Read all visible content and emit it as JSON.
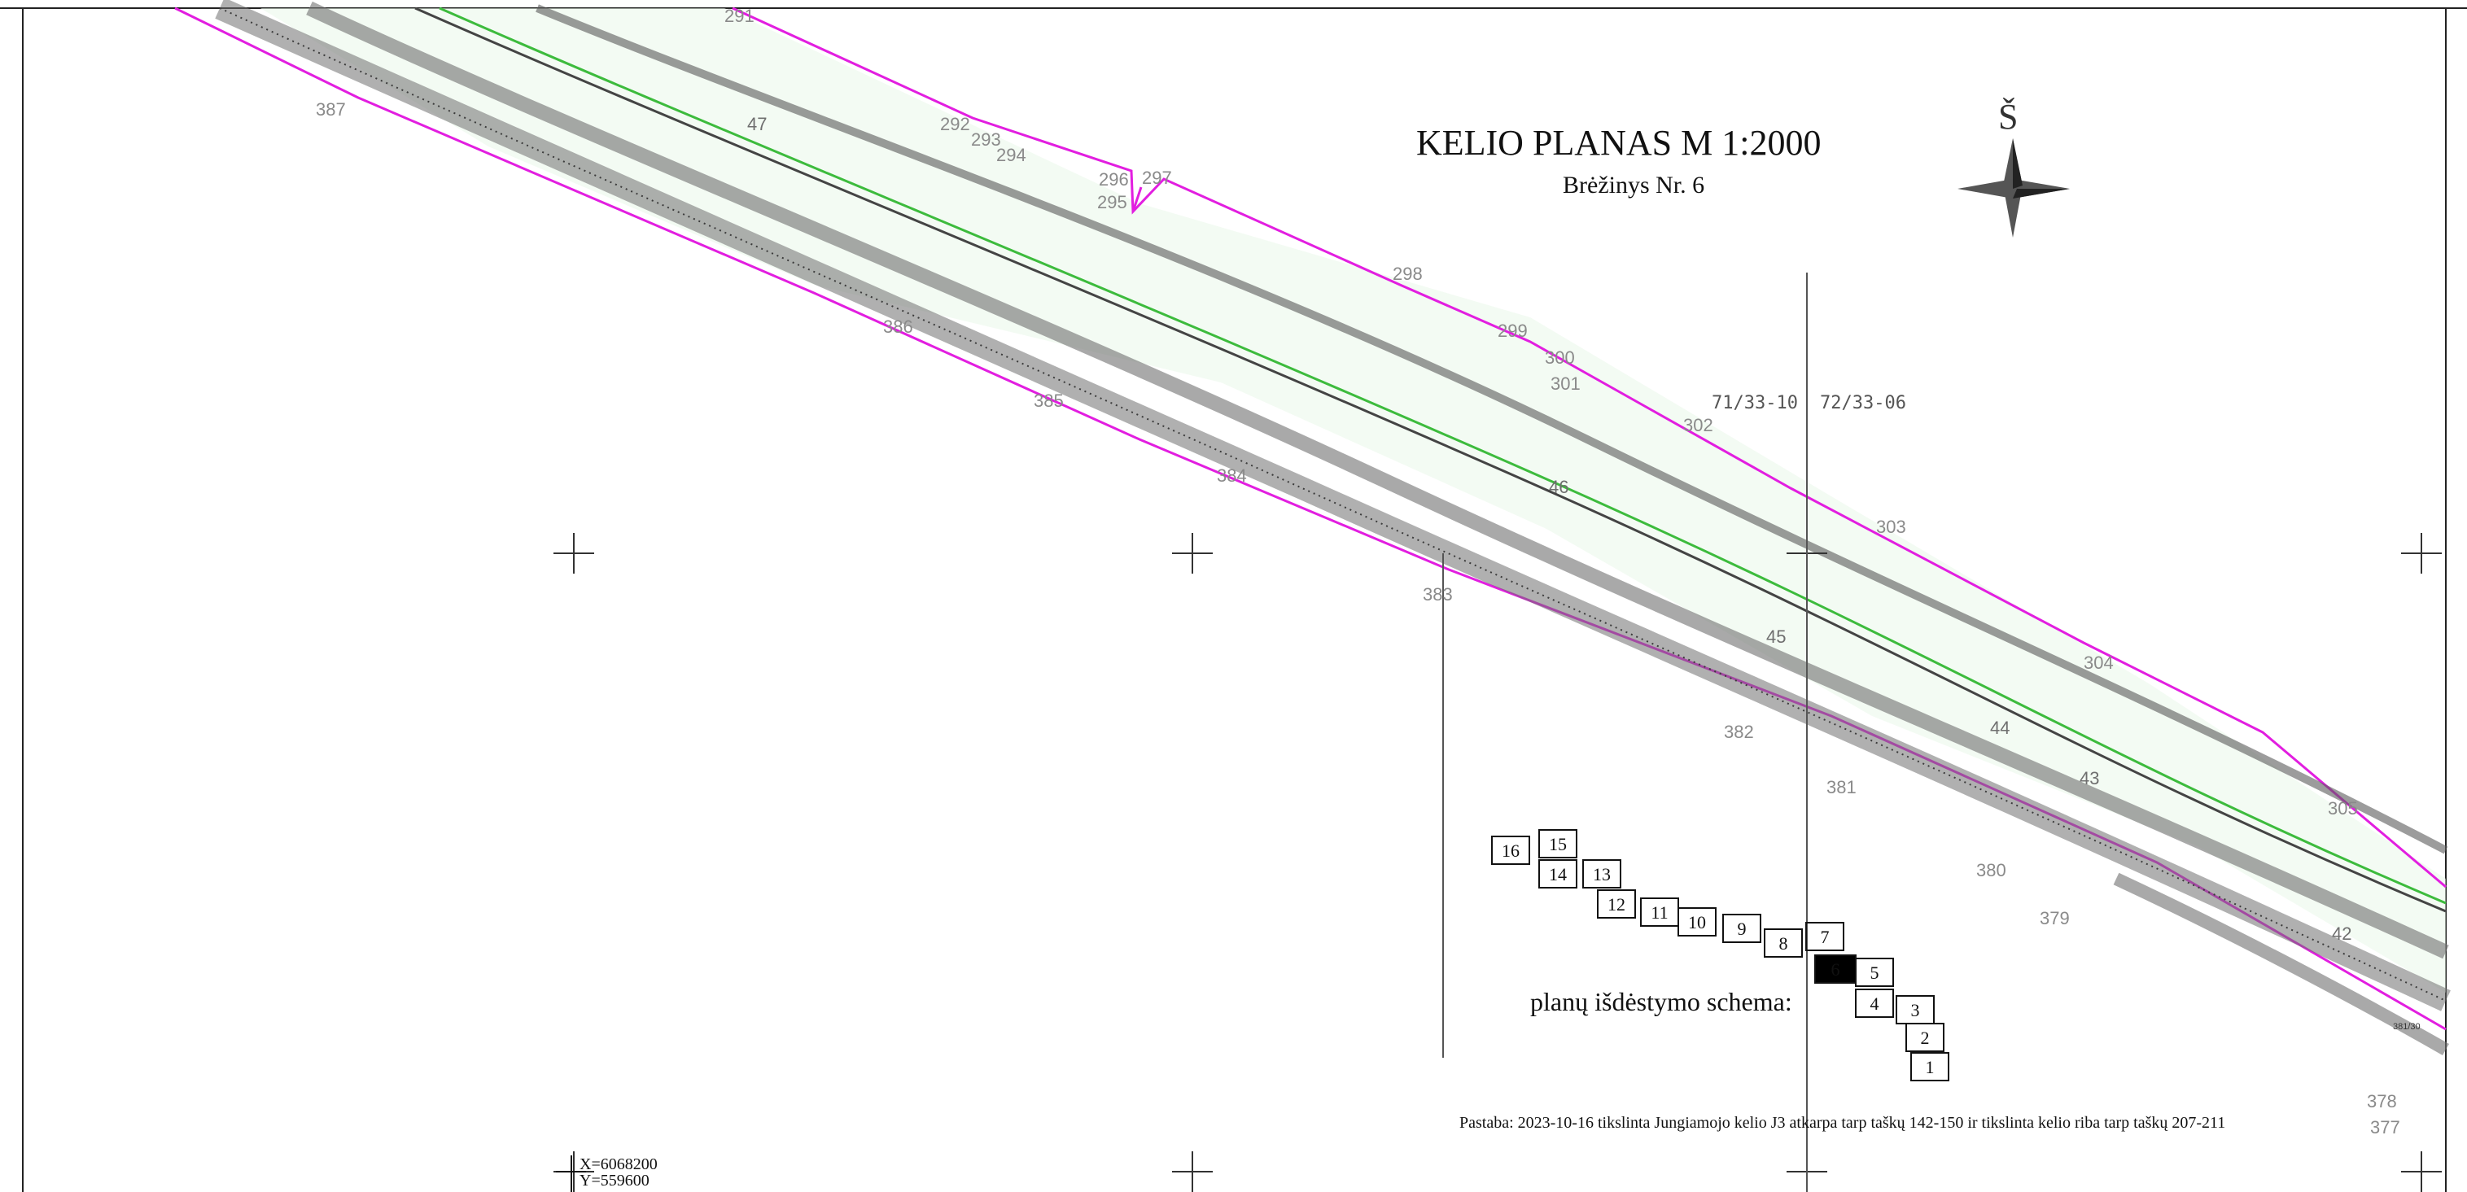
{
  "title": "KELIO PLANAS M 1:2000",
  "subtitle": "Brėžinys Nr. 6",
  "north_label": "Š",
  "parcels": {
    "left": "71/33-10",
    "right": "72/33-06"
  },
  "km_labels": [
    "47",
    "46",
    "45",
    "44",
    "43",
    "42"
  ],
  "boundary_points": [
    "291",
    "292",
    "293",
    "294",
    "295",
    "296",
    "297",
    "298",
    "299",
    "300",
    "301",
    "302",
    "303",
    "304",
    "305",
    "387",
    "386",
    "385",
    "384",
    "383",
    "382",
    "381",
    "380",
    "379",
    "378",
    "377"
  ],
  "small_label": "381/30",
  "scheme": {
    "label": "planų išdėstymo schema:",
    "current": "6",
    "sheets": [
      "16",
      "15",
      "14",
      "13",
      "12",
      "11",
      "10",
      "9",
      "8",
      "7",
      "6",
      "5",
      "4",
      "3",
      "2",
      "1"
    ]
  },
  "note": "Pastaba: 2023-10-16 tikslinta Jungiamojo kelio J3 atkarpa tarp taškų 142-150 ir tikslinta kelio riba tarp taškų 207-211",
  "coordinates": {
    "x": "X=6068200",
    "y": "Y=559600"
  },
  "colors": {
    "boundary": "#e21ee0",
    "vegetation": "#3dbb3d",
    "road": "#555555",
    "annotation": "#d62b2b",
    "grid": "#333333"
  }
}
